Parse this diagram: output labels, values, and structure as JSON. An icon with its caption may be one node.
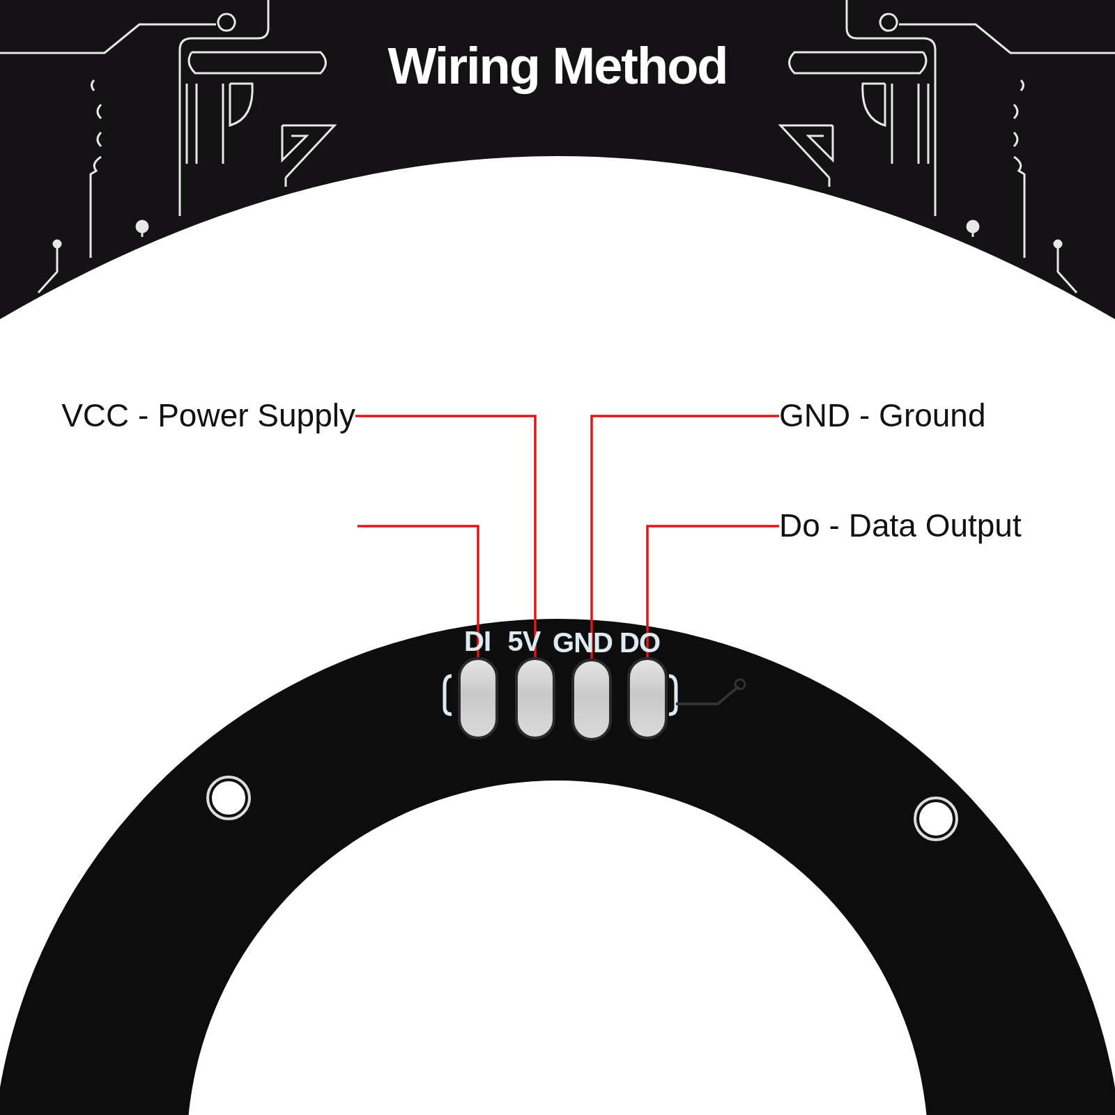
{
  "diagram": {
    "title": "Wiring Method",
    "nodes": [
      {
        "text": [
          "VCC - Power Supply"
        ]
      },
      {
        "text": [
          "GND - Ground"
        ]
      },
      {
        "text": [
          "Do - Data Output"
        ]
      },
      {
        "text": [],
        "shape": "pill"
      },
      {
        "text": [],
        "shape": "pill"
      },
      {
        "text": [],
        "shape": "pill"
      },
      {
        "text": [],
        "shape": "pill"
      }
    ],
    "edges": [
      {
        "from": 0,
        "to": 4,
        "arrow": "none"
      },
      {
        "from": 1,
        "to": 5,
        "arrow": "none"
      },
      {
        "from": null,
        "to": 3,
        "arrow": "none"
      },
      {
        "from": 2,
        "to": 6,
        "arrow": "none"
      }
    ],
    "labels": [
      "DI",
      "5V",
      "GND",
      "DO"
    ]
  }
}
